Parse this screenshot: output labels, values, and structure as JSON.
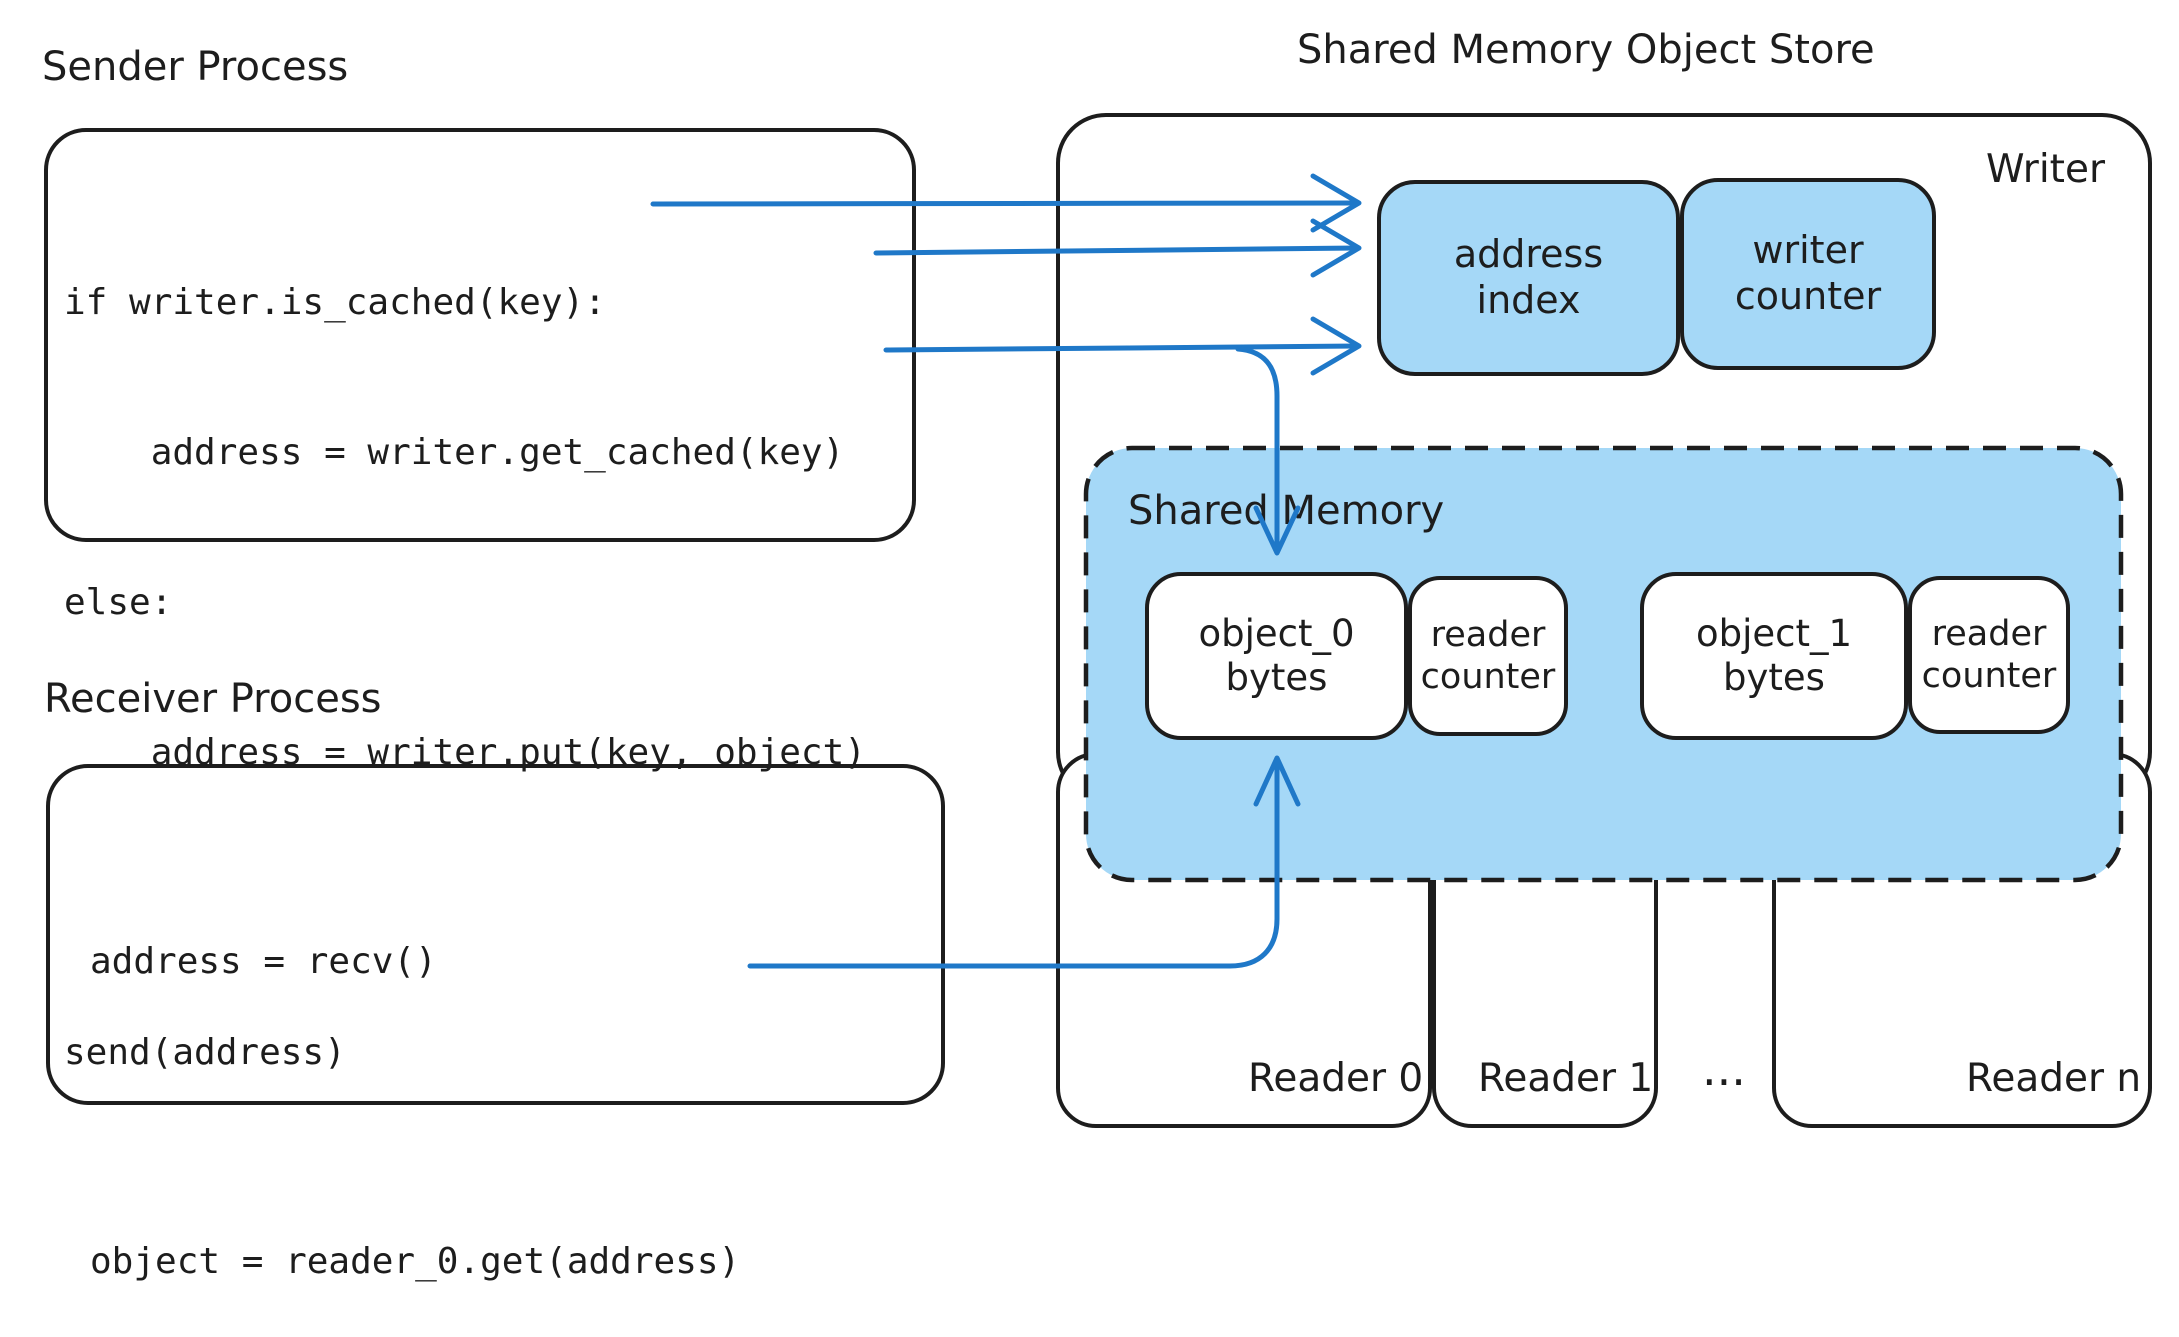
{
  "colors": {
    "ink": "#1d1d1d",
    "blue": "#1f78c8",
    "light_blue": "#a5d8f7",
    "bg": "#ffffff"
  },
  "sender": {
    "title": "Sender Process",
    "code": [
      "if writer.is_cached(key):",
      "    address = writer.get_cached(key)",
      "else:",
      "    address = writer.put(key, object)",
      "",
      "send(address)"
    ]
  },
  "receiver": {
    "title": "Receiver Process",
    "code": [
      "address = recv()",
      "",
      "object = reader_0.get(address)"
    ]
  },
  "store": {
    "title": "Shared Memory Object Store",
    "writer": {
      "label": "Writer",
      "address_index": [
        "address",
        "index"
      ],
      "writer_counter": [
        "writer",
        "counter"
      ]
    },
    "shared_memory": {
      "label": "Shared Memory",
      "objects": [
        {
          "name": [
            "object_0",
            "bytes"
          ],
          "counter": [
            "reader",
            "counter"
          ]
        },
        {
          "name": [
            "object_1",
            "bytes"
          ],
          "counter": [
            "reader",
            "counter"
          ]
        }
      ]
    },
    "readers": {
      "reader0": "Reader 0",
      "reader1": "Reader 1",
      "ellipsis": "...",
      "readerN": "Reader n"
    }
  }
}
